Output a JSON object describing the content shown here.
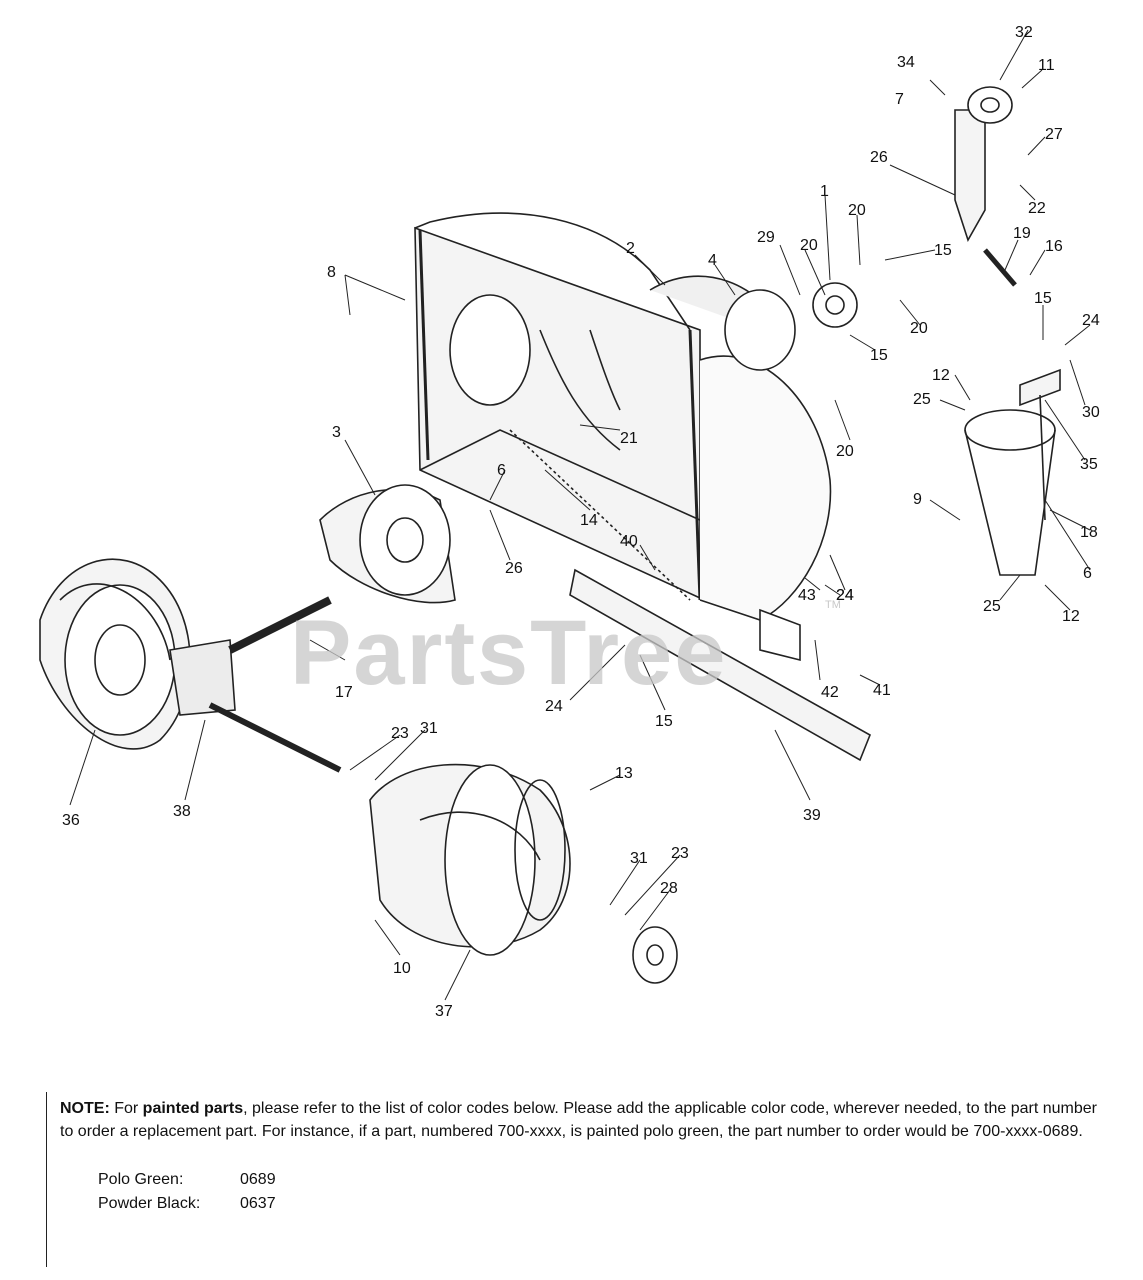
{
  "watermark": "PartsTree",
  "watermark_tm": "TM",
  "callouts": [
    "34",
    "7",
    "32",
    "11",
    "27",
    "26",
    "22",
    "1",
    "20",
    "29",
    "20",
    "15",
    "19",
    "16",
    "2",
    "4",
    "8",
    "15",
    "24",
    "20",
    "15",
    "12",
    "30",
    "25",
    "3",
    "21",
    "20",
    "6",
    "14",
    "35",
    "9",
    "18",
    "6",
    "26",
    "40",
    "24",
    "25",
    "12",
    "43",
    "24",
    "17",
    "42",
    "41",
    "24",
    "15",
    "23",
    "31",
    "13",
    "36",
    "38",
    "39",
    "31",
    "23",
    "28",
    "10",
    "37"
  ],
  "note": {
    "prefix": "NOTE:",
    "text1": " For ",
    "bold": "painted parts",
    "text2": ", please refer to the list of color codes below. Please add the applicable color code, wherever needed, to the part number to order a replacement part. For instance, if a part, numbered 700-xxxx, is painted polo green, the part number to order would be 700-xxxx-0689."
  },
  "color_codes": [
    {
      "name": "Polo Green:",
      "code": "0689"
    },
    {
      "name": "Powder Black:",
      "code": "0637"
    }
  ]
}
